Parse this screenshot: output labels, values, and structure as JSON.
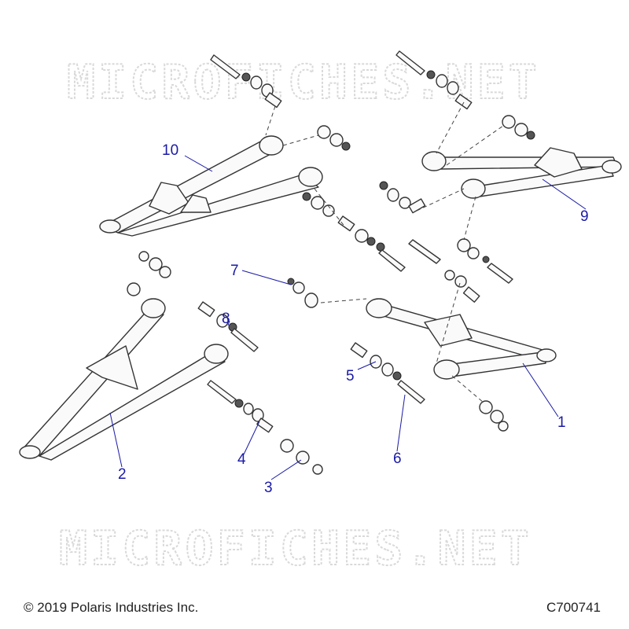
{
  "watermark": {
    "text": "MICROFICHES.NET"
  },
  "callouts": [
    "1",
    "2",
    "3",
    "4",
    "5",
    "6",
    "7",
    "8",
    "9",
    "10"
  ],
  "footer": {
    "copyright": "© 2019 Polaris Industries Inc.",
    "drawing_number": "C700741"
  },
  "colors": {
    "callout": "#1a1aa6",
    "line": "#333333",
    "watermark": "#d9d9d9"
  }
}
